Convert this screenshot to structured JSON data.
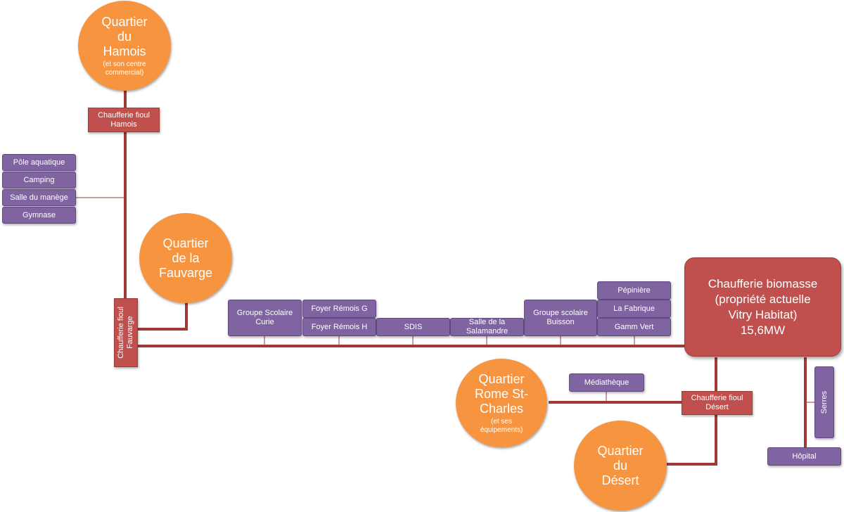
{
  "colors": {
    "network_line": "#9e3b37",
    "district_circle": "#f79440",
    "facility_box": "#8064a2",
    "boiler_box": "#c0504d"
  },
  "districts": {
    "hamois": {
      "name": "Quartier\ndu\nHamois",
      "note": "(et son centre\ncommercial)"
    },
    "fauvarge": {
      "name": "Quartier\nde la\nFauvarge"
    },
    "rome": {
      "name": "Quartier\nRome St-\nCharles",
      "note": "(et ses\néquipements)"
    },
    "desert": {
      "name": "Quartier\ndu\nDésert"
    }
  },
  "boilers": {
    "hamois": "Chaufferie fioul\nHamois",
    "fauvarge": "Chaufferie fioul\nFauvarge",
    "desert": "Chaufferie fioul\nDésert",
    "biomasse": "Chaufferie biomasse\n(propriété actuelle\nVitry Habitat)\n15,6MW"
  },
  "facilities": {
    "pole_aquatique": "Pôle aquatique",
    "camping": "Camping",
    "salle_manege": "Salle du manège",
    "gymnase": "Gymnase",
    "groupe_curie": "Groupe Scolaire\nCurie",
    "foyer_g": "Foyer Rémois G",
    "foyer_h": "Foyer Rémois H",
    "sdis": "SDIS",
    "salle_salamandre": "Salle de la\nSalamandre",
    "groupe_buisson": "Groupe scolaire\nBuisson",
    "pepiniere": "Pépinière",
    "la_fabrique": "La Fabrique",
    "gamm_vert": "Gamm Vert",
    "mediatheque": "Médiathèque",
    "serres": "Serres",
    "hopital": "Hôpital"
  }
}
